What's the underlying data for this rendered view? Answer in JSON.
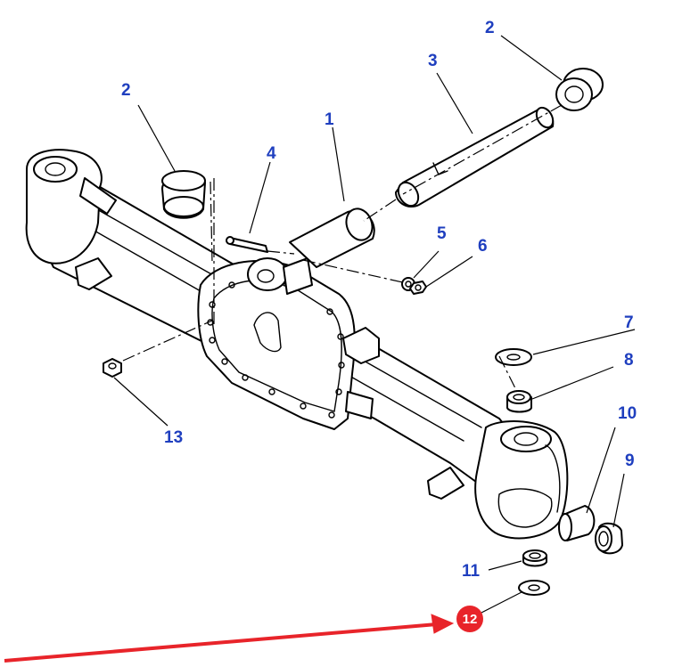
{
  "callouts": [
    {
      "id": "c1",
      "label": "1"
    },
    {
      "id": "c2a",
      "label": "2"
    },
    {
      "id": "c2b",
      "label": "2"
    },
    {
      "id": "c3",
      "label": "3"
    },
    {
      "id": "c4",
      "label": "4"
    },
    {
      "id": "c5",
      "label": "5"
    },
    {
      "id": "c6",
      "label": "6"
    },
    {
      "id": "c7",
      "label": "7"
    },
    {
      "id": "c8",
      "label": "8"
    },
    {
      "id": "c9",
      "label": "9"
    },
    {
      "id": "c10",
      "label": "10"
    },
    {
      "id": "c11",
      "label": "11"
    },
    {
      "id": "c12",
      "label": "12"
    },
    {
      "id": "c13",
      "label": "13"
    }
  ],
  "highlight": {
    "label": "12",
    "marker_color": "#e8242a",
    "arrow_color": "#e8242a"
  },
  "colors": {
    "callout_text": "#1f3fbf",
    "line_art": "#000000",
    "background": "#ffffff"
  },
  "icons": [
    "axle-housing-drawing",
    "pivot-pin",
    "bushing",
    "grease-nipple",
    "nut",
    "washer",
    "seal",
    "red-pointer-arrow"
  ]
}
